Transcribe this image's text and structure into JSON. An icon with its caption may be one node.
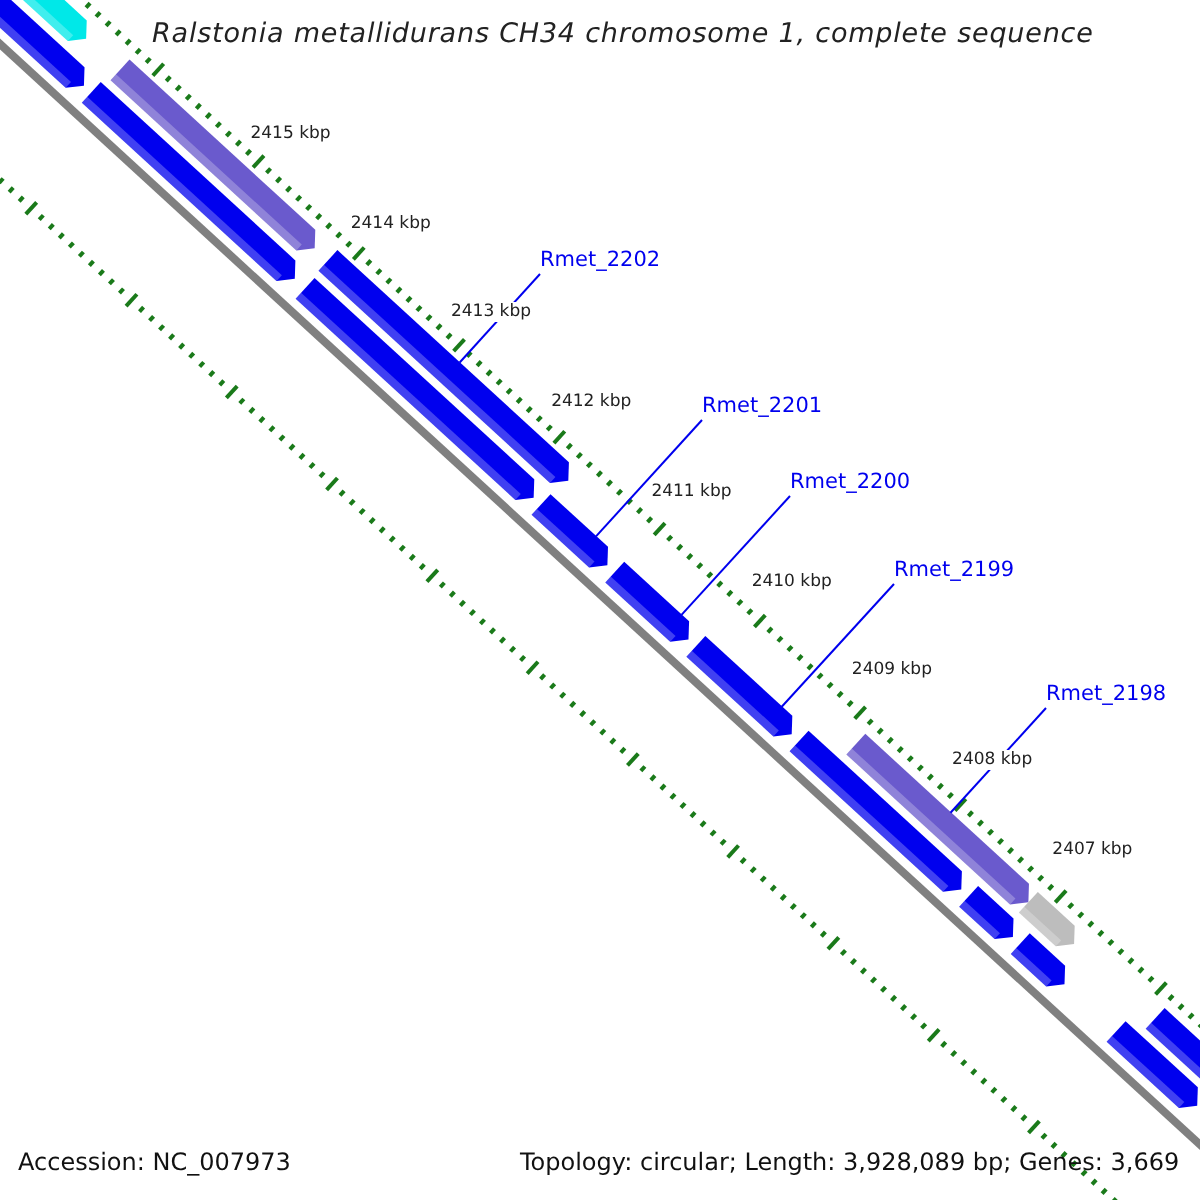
{
  "diagram": {
    "title": "Ralstonia metallidurans CH34 chromosome 1, complete sequence",
    "nodes": [
      {
        "text": [
          "Rmet_2202"
        ]
      },
      {
        "text": [
          "Rmet_2201"
        ]
      },
      {
        "text": [
          "Rmet_2200"
        ]
      },
      {
        "text": [
          "Rmet_2199"
        ]
      },
      {
        "text": [
          "Rmet_2198"
        ]
      },
      {
        "text": [],
        "shape": "bar"
      },
      {
        "text": [],
        "shape": "bar"
      },
      {
        "text": [],
        "shape": "bar"
      },
      {
        "text": [],
        "shape": "bar"
      },
      {
        "text": [],
        "shape": "bar"
      },
      {
        "text": [],
        "shape": "bar"
      },
      {
        "text": [],
        "shape": "bar"
      },
      {
        "text": [],
        "shape": "bar"
      },
      {
        "text": [],
        "shape": "bar"
      },
      {
        "text": [],
        "shape": "bar"
      },
      {
        "text": [],
        "shape": "bar"
      },
      {
        "text": [],
        "shape": "bar"
      },
      {
        "text": [],
        "shape": "bar"
      },
      {
        "text": [],
        "shape": "bar"
      },
      {
        "text": [],
        "shape": "bar"
      },
      {
        "text": [],
        "shape": "bar"
      }
    ],
    "edges": [
      {
        "from": 0,
        "to": 9,
        "arrow": "none"
      },
      {
        "from": 1,
        "to": 11,
        "arrow": "none"
      },
      {
        "from": 2,
        "to": 12,
        "arrow": "none"
      },
      {
        "from": 3,
        "to": 13,
        "arrow": "none"
      },
      {
        "from": 4,
        "to": 15,
        "arrow": "none"
      }
    ],
    "labels": [
      "2415 kbp",
      "2414 kbp",
      "2413 kbp",
      "2412 kbp",
      "2411 kbp",
      "2410 kbp",
      "2409 kbp",
      "2408 kbp",
      "2407 kbp",
      "Accession: NC_007973",
      "Topology: circular; Length: 3,928,089 bp; Genes: 3,669"
    ]
  }
}
